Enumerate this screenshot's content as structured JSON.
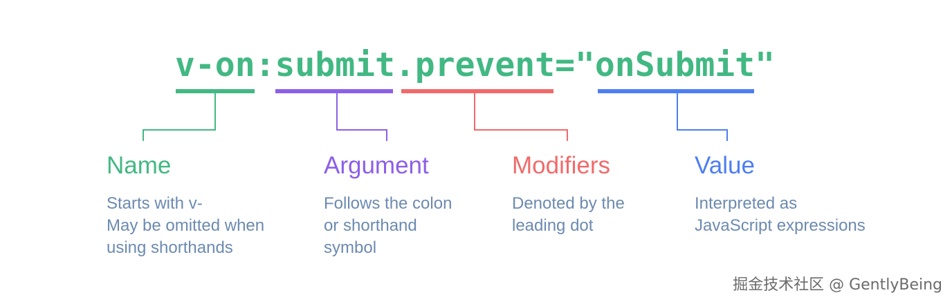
{
  "code": {
    "name": "v-on",
    "colon": ":",
    "argument": "submit",
    "modifier": ".prevent",
    "equals": "=",
    "open_quote": "\"",
    "value": "onSubmit",
    "close_quote": "\""
  },
  "colors": {
    "name": "#42b883",
    "argument": "#8c5fe8",
    "modifiers": "#f16a6a",
    "value": "#4d7ef2",
    "description": "#6c8ab0",
    "watermark": "#6b6b6b"
  },
  "parts": {
    "name": {
      "title": "Name",
      "lines": [
        "Starts with v-",
        "May be omitted when",
        "using shorthands"
      ]
    },
    "argument": {
      "title": "Argument",
      "lines": [
        "Follows the colon",
        "or shorthand",
        "symbol"
      ]
    },
    "modifiers": {
      "title": "Modifiers",
      "lines": [
        "Denoted by the",
        "leading dot"
      ]
    },
    "value": {
      "title": "Value",
      "lines": [
        "Interpreted as",
        "JavaScript expressions"
      ]
    }
  },
  "watermark": "掘金技术社区 @ GentlyBeing"
}
